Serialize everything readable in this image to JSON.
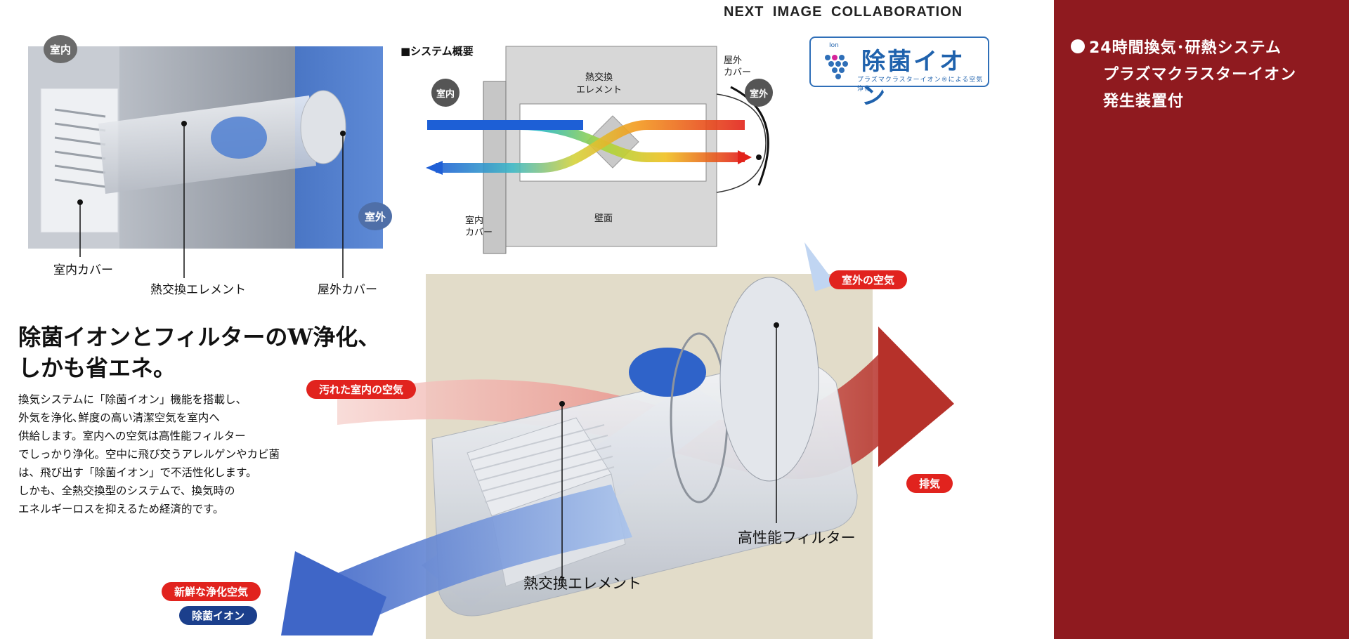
{
  "header": {
    "collab": "NEXT IMAGE COLLABORATION"
  },
  "logo": {
    "ion_tag": "Ion",
    "name": "除菌イオン",
    "tagline": "プラズマクラスターイオン®による空気浄化"
  },
  "sidebar": {
    "headline": "24時間換気･研熱システム",
    "line1": "プラズマクラスターイオン",
    "line2": "発生装置付"
  },
  "photo": {
    "indoor_badge": "室内",
    "outdoor_badge": "室外",
    "cap_cover_in": "室内カバー",
    "cap_element": "熱交換エレメント",
    "cap_cover_out": "屋外カバー"
  },
  "system": {
    "title": "■システム概要",
    "indoor_badge": "室内",
    "outdoor_badge": "室外",
    "element_l1": "熱交換",
    "element_l2": "エレメント",
    "outer_cover_l1": "屋外",
    "outer_cover_l2": "カバー",
    "inner_cover_l1": "室内",
    "inner_cover_l2": "カバー",
    "wall": "壁面"
  },
  "text": {
    "heading_l1": "除菌イオンとフィルターのW浄化、",
    "heading_l2": "しかも省エネ。",
    "body": [
      "換気システムに「除菌イオン」機能を搭載し、",
      "外気を浄化､鮮度の高い清潔空気を室内へ",
      "供給します。室内への空気は高性能フィルター",
      "でしっかり浄化。空中に飛び交うアレルゲンやカビ菌",
      "は、飛び出す「除菌イオン」で不活性化します。",
      "しかも、全熱交換型のシステムで、換気時の",
      "エネルギーロスを抑えるため経済的です。"
    ]
  },
  "unit": {
    "outdoor_air": "室外の空気",
    "dirty_air": "汚れた室内の空気",
    "exhaust": "排気",
    "fresh_air": "新鮮な浄化空気",
    "ion": "除菌イオン",
    "filter": "高性能フィルター",
    "element": "熱交換エレメント"
  },
  "colors": {
    "maroon": "#8f1a1f",
    "red": "#e1231e",
    "navy": "#1b3f8c",
    "logo_blue": "#1f62ad"
  }
}
